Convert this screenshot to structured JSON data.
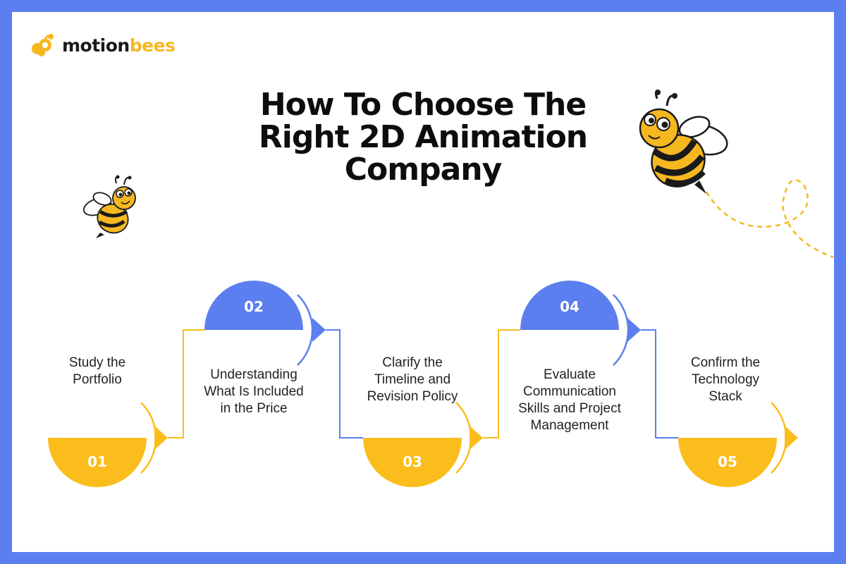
{
  "logo": {
    "word1": "motion",
    "word2": "bees"
  },
  "title": "How To Choose The Right 2D Animation Company",
  "steps": [
    {
      "number": "01",
      "label": "Study the Portfolio"
    },
    {
      "number": "02",
      "label": "Understanding What Is Included in the Price"
    },
    {
      "number": "03",
      "label": "Clarify the Timeline and Revision Policy"
    },
    {
      "number": "04",
      "label": "Evaluate Communication Skills and Project Management"
    },
    {
      "number": "05",
      "label": "Confirm the Technology Stack"
    }
  ],
  "colors": {
    "frame": "#5b7fee",
    "yellow": "#fbbd1c",
    "blue": "#5b7fee",
    "bee_body": "#f5b820",
    "bee_stripe": "#1a1a1a"
  },
  "icons": [
    "bee-logo-icon",
    "bee-large-icon",
    "bee-small-icon",
    "dashed-flight-path"
  ]
}
